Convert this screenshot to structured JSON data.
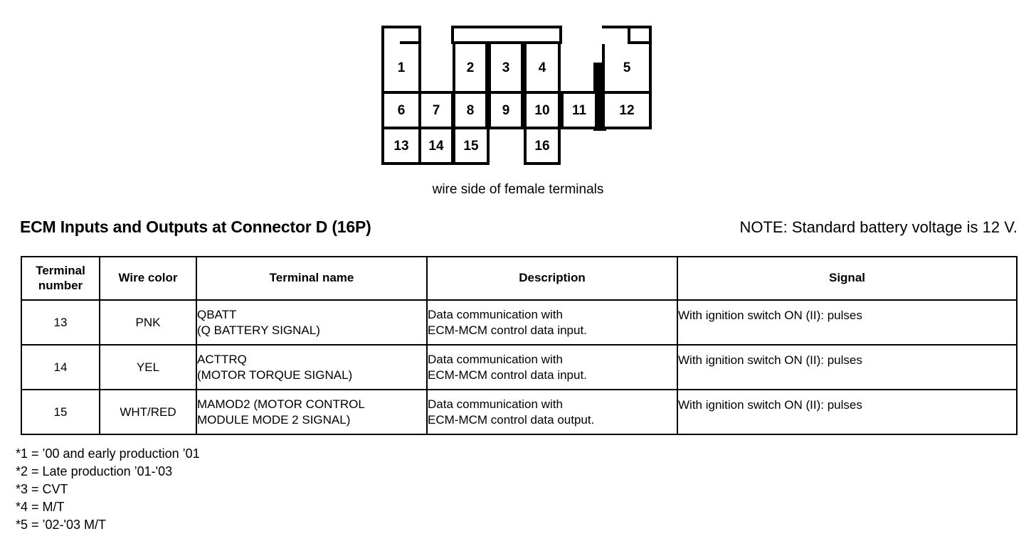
{
  "diagram": {
    "name": "connector-16p-pinout",
    "caption": "wire side of female terminals",
    "pins": {
      "p1": "1",
      "p2": "2",
      "p3": "3",
      "p4": "4",
      "p5": "5",
      "p6": "6",
      "p7": "7",
      "p8": "8",
      "p9": "9",
      "p10": "10",
      "p11": "11",
      "p12": "12",
      "p13": "13",
      "p14": "14",
      "p15": "15",
      "p16": "16"
    }
  },
  "heading": {
    "title": "ECM Inputs and Outputs at Connector D (16P)",
    "note": "NOTE: Standard battery voltage is 12 V."
  },
  "table": {
    "columns": [
      "Terminal\nnumber",
      "Wire color",
      "Terminal name",
      "Description",
      "Signal"
    ],
    "columns_display": {
      "terminal_number_line1": "Terminal",
      "terminal_number_line2": "number",
      "wire_color": "Wire color",
      "terminal_name": "Terminal name",
      "description": "Description",
      "signal": "Signal"
    },
    "rows": [
      {
        "terminal_number": "13",
        "wire_color": "PNK",
        "terminal_name_line1": "QBATT",
        "terminal_name_line2": "(Q BATTERY SIGNAL)",
        "description_line1": "Data communication with",
        "description_line2": "ECM-MCM control data input.",
        "signal": "With ignition switch ON (II): pulses"
      },
      {
        "terminal_number": "14",
        "wire_color": "YEL",
        "terminal_name_line1": "ACTTRQ",
        "terminal_name_line2": "(MOTOR TORQUE SIGNAL)",
        "description_line1": "Data communication with",
        "description_line2": "ECM-MCM control data input.",
        "signal": "With ignition switch ON (II): pulses"
      },
      {
        "terminal_number": "15",
        "wire_color": "WHT/RED",
        "terminal_name_line1": "MAMOD2 (MOTOR CONTROL",
        "terminal_name_line2": "MODULE MODE 2 SIGNAL)",
        "description_line1": "Data communication with",
        "description_line2": "ECM-MCM control data output.",
        "signal": "With ignition switch ON (II): pulses"
      }
    ]
  },
  "footnotes": [
    "*1 = ’00 and early production ’01",
    "*2 = Late production ’01-'03",
    "*3 = CVT",
    "*4 = M/T",
    "*5 = ’02-'03 M/T"
  ]
}
